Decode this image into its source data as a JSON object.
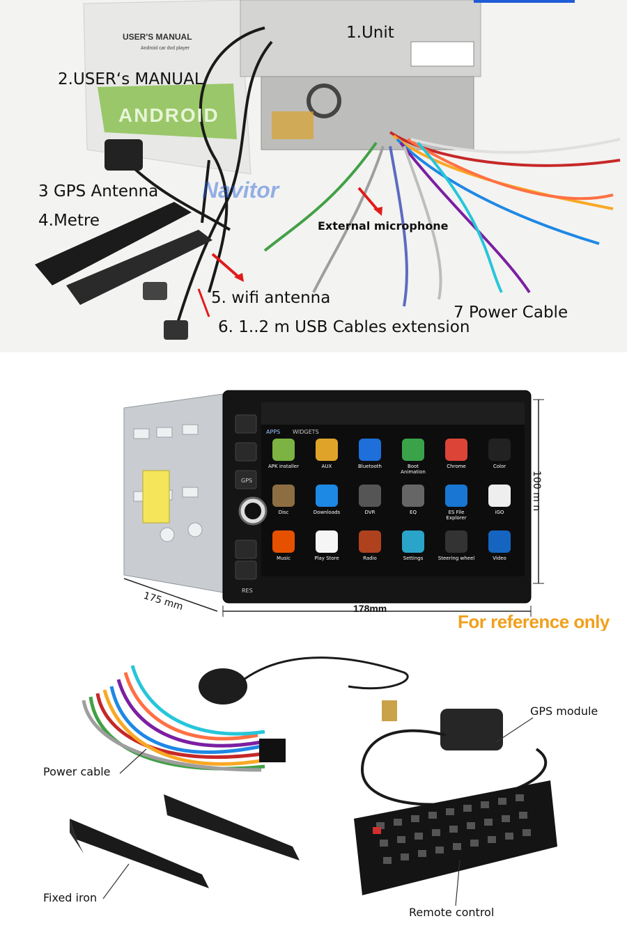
{
  "top_labels": {
    "unit": "1.Unit",
    "manual": "2.USER‘s MANUAL",
    "gps": "3 GPS Antenna",
    "metre": "4.Metre",
    "mic": "External microphone",
    "wifi": "5. wifi antenna",
    "power": "7 Power Cable",
    "usb": "6. 1..2 m USB Cables extension"
  },
  "manual_box": {
    "title": "USER'S MANUAL",
    "subtitle": "Android car dvd player",
    "logo_text": "ANDROID"
  },
  "watermark": "Navitor",
  "dimensions": {
    "height": "100 m n",
    "width": "178mm",
    "depth": "175 mm"
  },
  "reference_note": "For reference only",
  "screen": {
    "tabs": [
      "APPS",
      "WIDGETS"
    ],
    "side_buttons": [
      "GPS",
      "RES"
    ],
    "apps": [
      {
        "label": "APK installer",
        "color": "#7cb342"
      },
      {
        "label": "AUX",
        "color": "#e0a32a"
      },
      {
        "label": "Bluetooth",
        "color": "#1e6fd9"
      },
      {
        "label": "Boot Animation",
        "color": "#3aa34a"
      },
      {
        "label": "Chrome",
        "color": "#db4437"
      },
      {
        "label": "Color",
        "color": "#222222"
      },
      {
        "label": "Disc",
        "color": "#8d6e43"
      },
      {
        "label": "Downloads",
        "color": "#1e88e5"
      },
      {
        "label": "DVR",
        "color": "#555555"
      },
      {
        "label": "EQ",
        "color": "#666666"
      },
      {
        "label": "ES File Explorer",
        "color": "#1976d2"
      },
      {
        "label": "iGO",
        "color": "#eeeeee"
      },
      {
        "label": "Music",
        "color": "#e65100"
      },
      {
        "label": "Play Store",
        "color": "#f5f5f5"
      },
      {
        "label": "Radio",
        "color": "#b0411e"
      },
      {
        "label": "Settings",
        "color": "#2aa4c8"
      },
      {
        "label": "Steering wheel",
        "color": "#333333"
      },
      {
        "label": "Video",
        "color": "#1565c0"
      }
    ]
  },
  "bottom_labels": {
    "gps_module": "GPS module",
    "power_cable": "Power cable",
    "fixed_iron": "Fixed iron",
    "remote": "Remote control"
  },
  "colors": {
    "arrow_red": "#e01b1b",
    "reference_orange": "#f0a01c",
    "screen_bg": "#0d0d0d"
  }
}
